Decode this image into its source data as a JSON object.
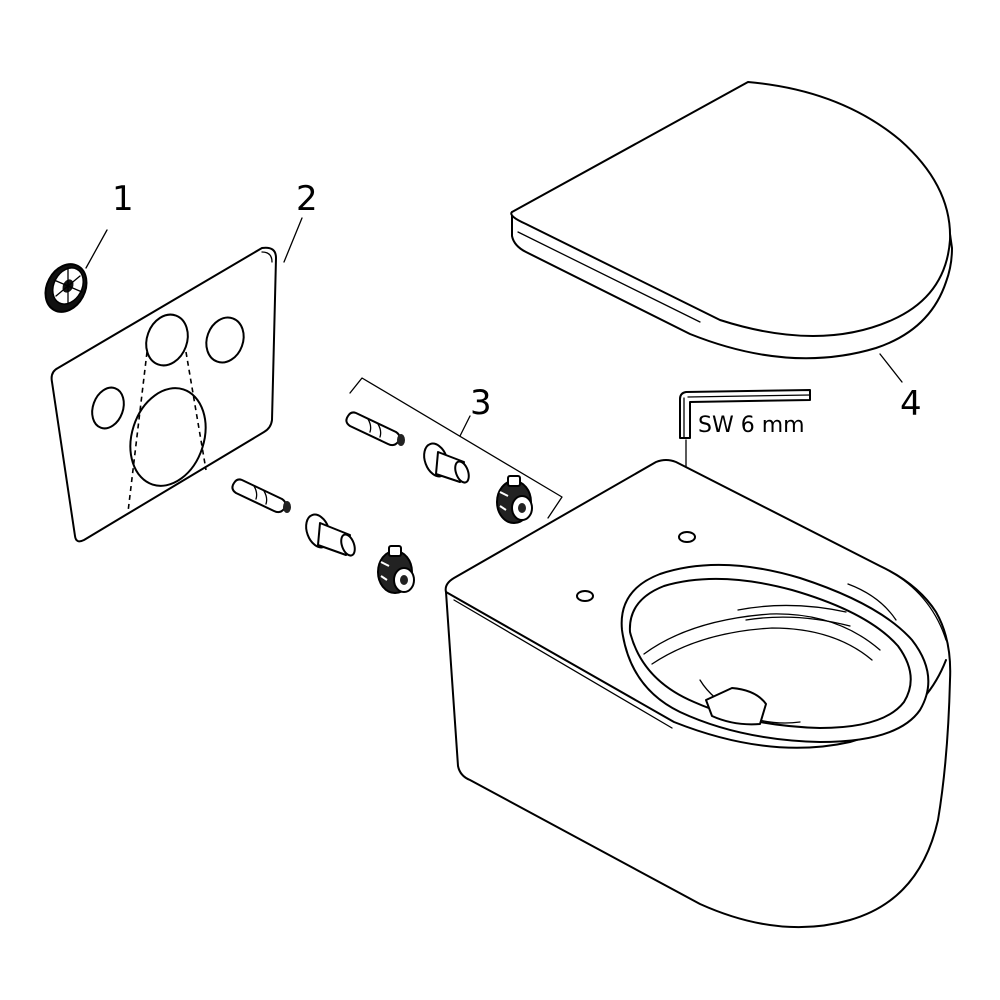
{
  "callouts": [
    {
      "id": "1",
      "label": "1"
    },
    {
      "id": "2",
      "label": "2"
    },
    {
      "id": "3",
      "label": "3"
    },
    {
      "id": "4",
      "label": "4"
    }
  ],
  "tool": {
    "label": "SW 6 mm"
  }
}
